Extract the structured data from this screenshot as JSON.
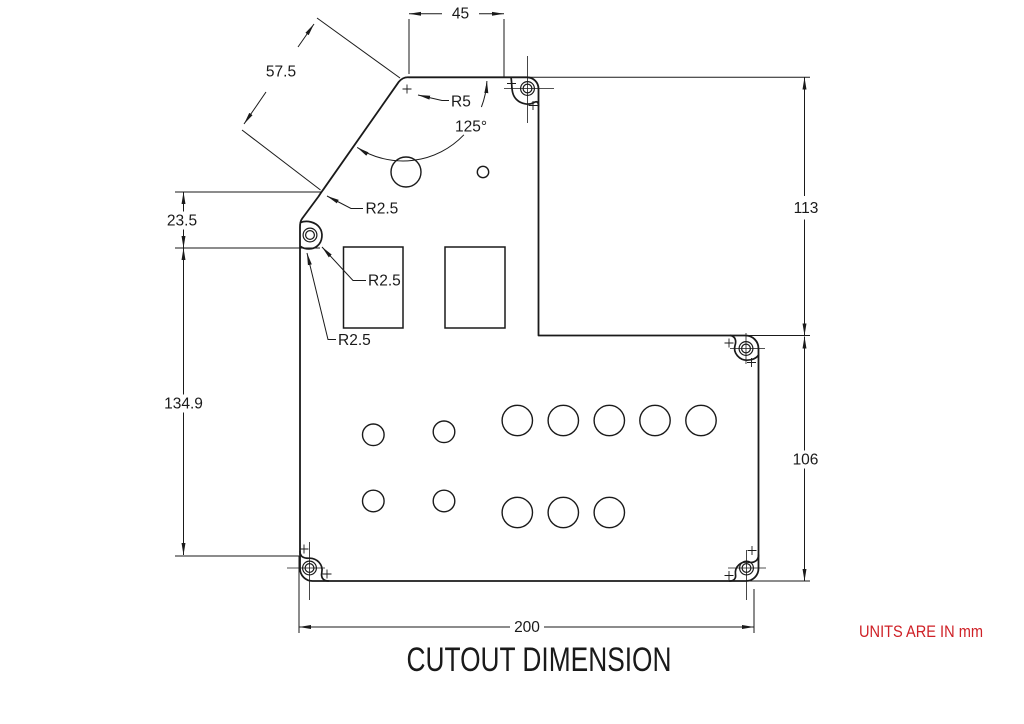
{
  "drawing": {
    "title": "CUTOUT DIMENSION",
    "units_note": "UNITS ARE IN mm",
    "colors": {
      "line": "#1a1a1a",
      "note": "#cf2127",
      "background": "#ffffff"
    },
    "dimensions": {
      "top_width": "45",
      "diagonal_edge": "57.5",
      "left_upper_height": "23.5",
      "left_lower_height": "134.9",
      "right_upper_height": "113",
      "right_lower_height": "106",
      "bottom_width": "200",
      "corner_angle": "125°",
      "corner_radius": "R5",
      "fillet_radius_top": "R2.5",
      "fillet_radius_middle": "R2.5",
      "fillet_radius_bottom": "R2.5"
    },
    "features": {
      "mounting_holes": 5,
      "round_holes": 14,
      "rectangular_cutouts": 2
    }
  }
}
